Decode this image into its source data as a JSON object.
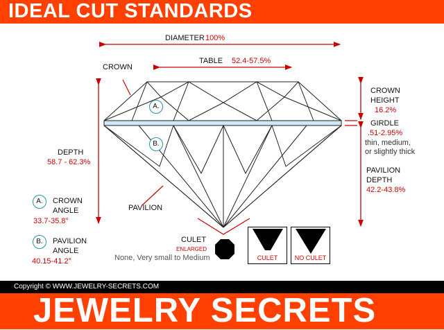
{
  "title": "IDEAL CUT STANDARDS",
  "diameter": {
    "label": "DIAMETER",
    "value": "100%"
  },
  "table": {
    "label": "TABLE",
    "value": "52.4-57.5%"
  },
  "crown": "CROWN",
  "depth": {
    "label": "DEPTH",
    "value": "58.7 - 62.3%"
  },
  "markers": {
    "a": "A.",
    "b": "B."
  },
  "crown_angle": {
    "marker": "A.",
    "label": "CROWN",
    "label2": "ANGLE",
    "value": "33.7-35.8°"
  },
  "pavilion_angle": {
    "marker": "B.",
    "label": "PAVILION",
    "label2": "ANGLE",
    "value": "40.15-41.2°"
  },
  "pavilion": "PAVILION",
  "crown_height": {
    "label": "CROWN",
    "label2": "HEIGHT",
    "value": "16.2%"
  },
  "girdle": {
    "label": "GIRDLE",
    "value": ".51-2.95%",
    "note1": "thin, medium,",
    "note2": "or slightly thick"
  },
  "pavilion_depth": {
    "label": "PAVILION",
    "label2": "DEPTH",
    "value": "42.2-43.8%"
  },
  "culet": {
    "label": "CULET",
    "enlarged": "ENLARGED",
    "range": "None, Very small to Medium",
    "box1": "CULET",
    "box2": "NO CULET"
  },
  "copyright": "Copyright © WWW.JEWELRY-SECRETS.COM",
  "brand": "JEWELRY SECRETS",
  "colors": {
    "orange": "#ff4000",
    "red": "#d10000"
  }
}
